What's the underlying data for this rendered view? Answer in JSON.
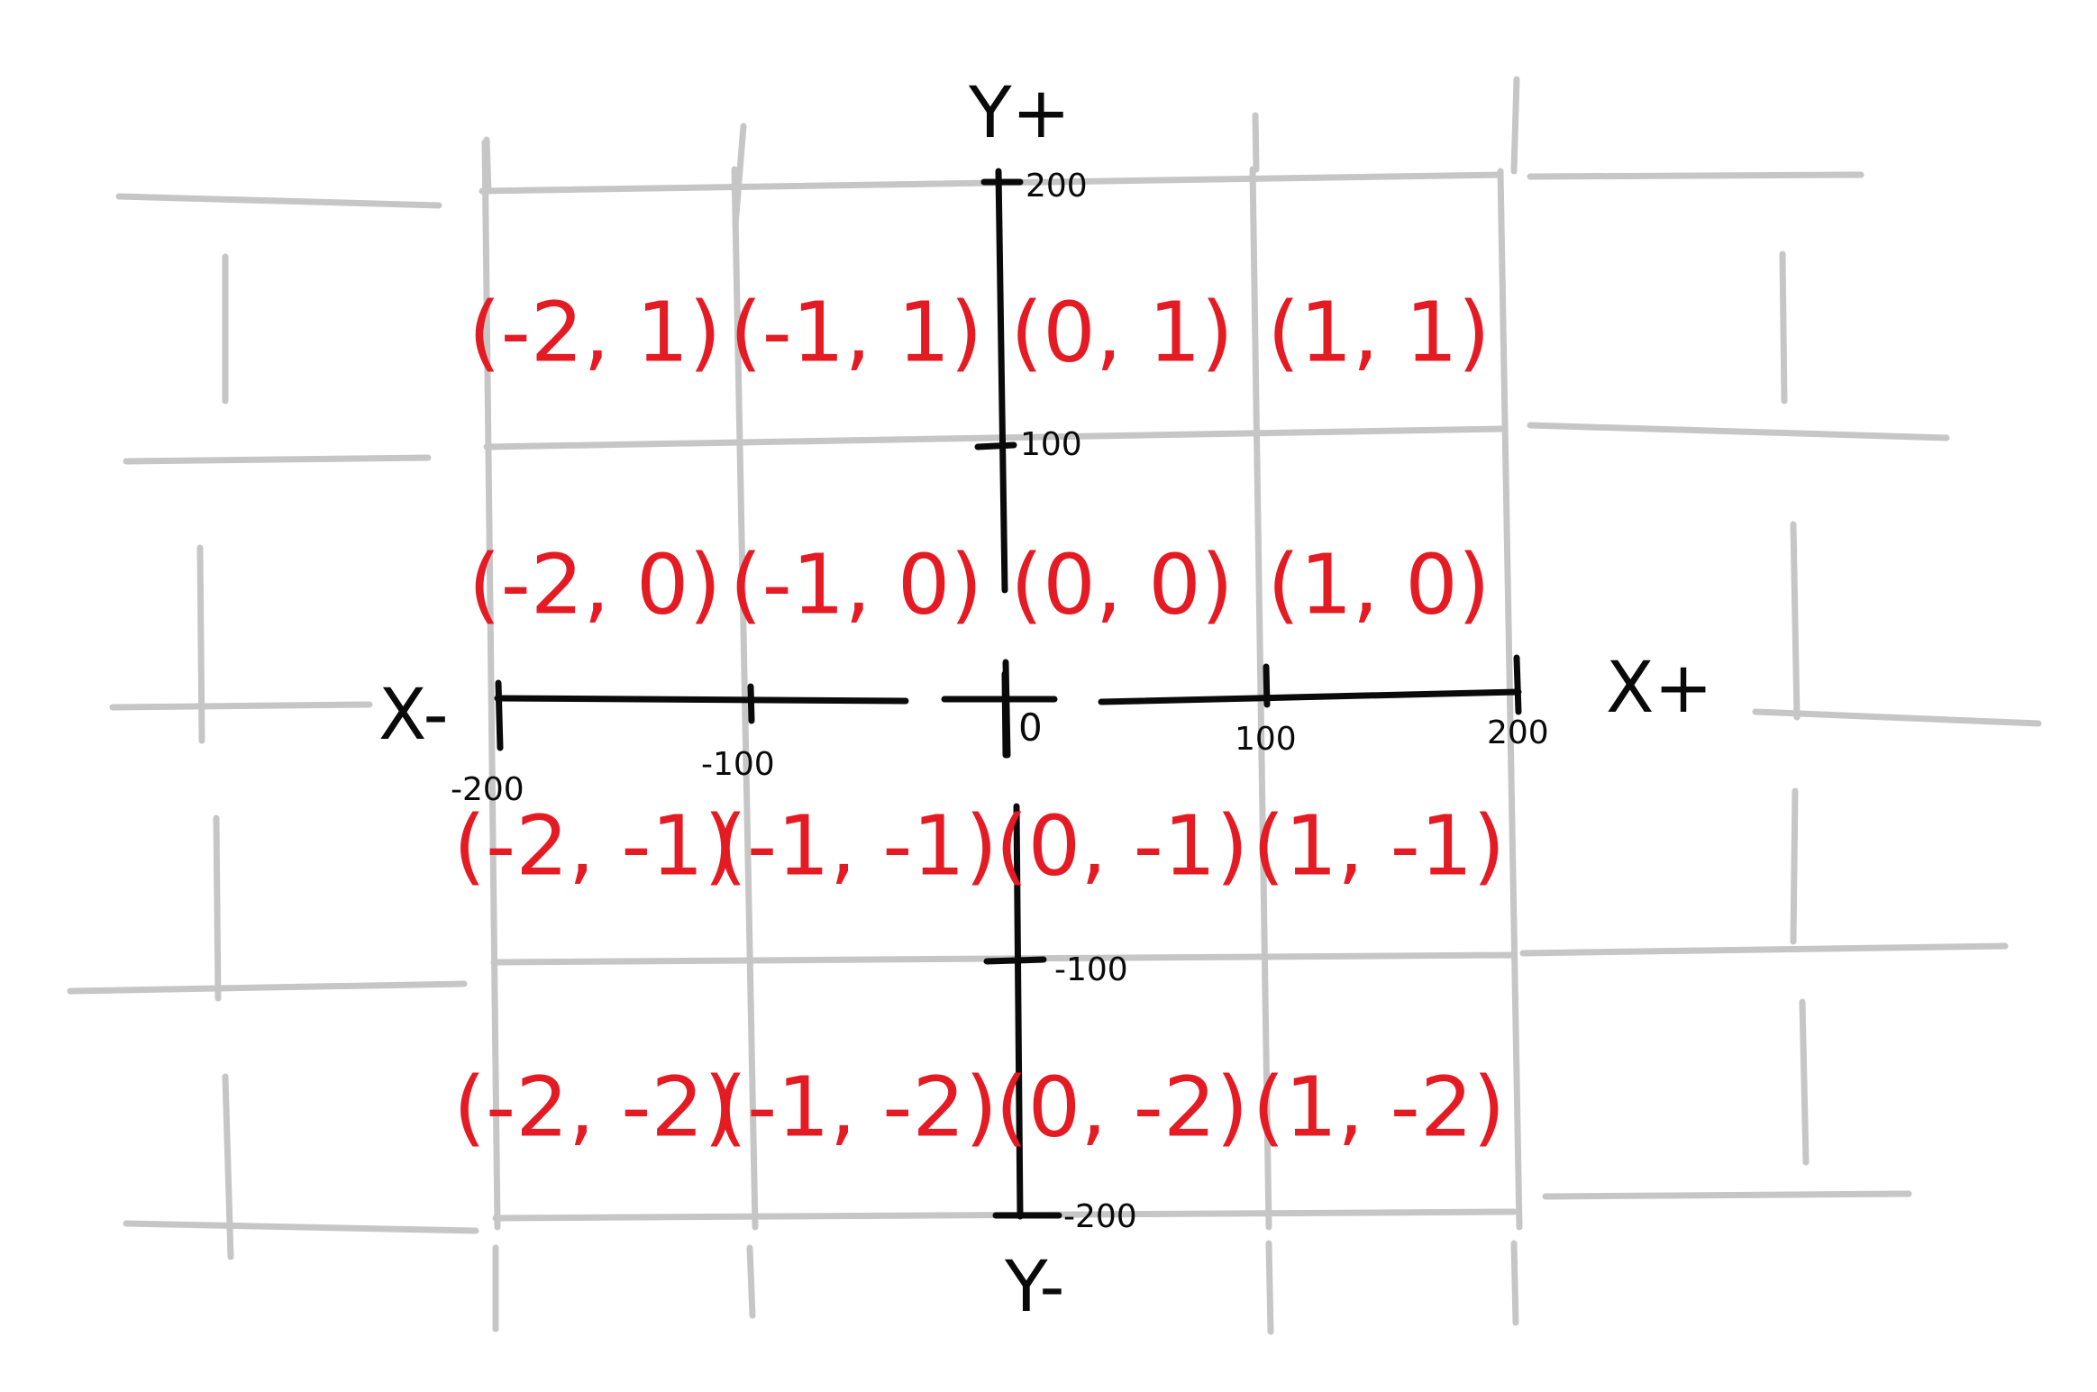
{
  "axes": {
    "x_positive_label": "X+",
    "x_negative_label": "X-",
    "y_positive_label": "Y+",
    "y_negative_label": "Y-",
    "origin_label": "0",
    "x_ticks": [
      "-200",
      "-100",
      "100",
      "200"
    ],
    "y_ticks": [
      "200",
      "100",
      "-100",
      "-200"
    ]
  },
  "cells": [
    {
      "x": -2,
      "y": 1,
      "label": "(-2, 1)"
    },
    {
      "x": -1,
      "y": 1,
      "label": "(-1, 1)"
    },
    {
      "x": 0,
      "y": 1,
      "label": "(0, 1)"
    },
    {
      "x": 1,
      "y": 1,
      "label": "(1, 1)"
    },
    {
      "x": -2,
      "y": 0,
      "label": "(-2, 0)"
    },
    {
      "x": -1,
      "y": 0,
      "label": "(-1, 0)"
    },
    {
      "x": 0,
      "y": 0,
      "label": "(0, 0)"
    },
    {
      "x": 1,
      "y": 0,
      "label": "(1, 0)"
    },
    {
      "x": -2,
      "y": -1,
      "label": "(-2, -1)"
    },
    {
      "x": -1,
      "y": -1,
      "label": "(-1, -1)"
    },
    {
      "x": 0,
      "y": -1,
      "label": "(0, -1)"
    },
    {
      "x": 1,
      "y": -1,
      "label": "(1, -1)"
    },
    {
      "x": -2,
      "y": -2,
      "label": "(-2, -2)"
    },
    {
      "x": -1,
      "y": -2,
      "label": "(-1, -2)"
    },
    {
      "x": 0,
      "y": -2,
      "label": "(0, -2)"
    },
    {
      "x": 1,
      "y": -2,
      "label": "(1, -2)"
    }
  ],
  "colors": {
    "grid": "#c6c6c6",
    "axis": "#0a0a0a",
    "cell_label": "#e51b24",
    "background": "#ffffff"
  }
}
